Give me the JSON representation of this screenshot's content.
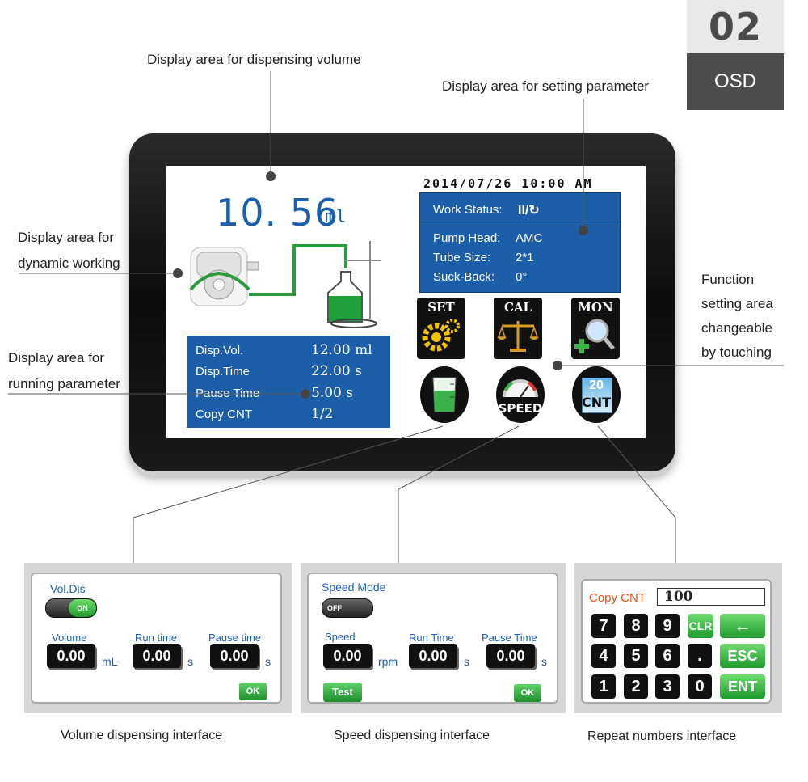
{
  "badge": {
    "number": "02",
    "label": "OSD"
  },
  "annotations": {
    "disp_volume": "Display area for dispensing volume",
    "set_param": "Display area for setting parameter",
    "dynamic_1": "Display area for",
    "dynamic_2": "dynamic working",
    "running_1": "Display area for",
    "running_2": "running parameter",
    "function_1": "Function",
    "function_2": "setting area",
    "function_3": "changeable",
    "function_4": "by touching"
  },
  "screen": {
    "volume": "10. 56",
    "volume_unit": "ml",
    "datetime": "2014/07/26 10:00 AM",
    "status": {
      "work_status_label": "Work Status:",
      "work_status_value": "II/↻",
      "pump_head_label": "Pump Head:",
      "pump_head_value": "AMC",
      "tube_size_label": "Tube Size:",
      "tube_size_value": "2*1",
      "suck_back_label": "Suck-Back:",
      "suck_back_value": "0°"
    },
    "running": {
      "disp_vol_label": "Disp.Vol.",
      "disp_vol_value": "12.00 ml",
      "disp_time_label": "Disp.Time",
      "disp_time_value": "22.00 s",
      "pause_time_label": "Pause Time",
      "pause_time_value": "5.00  s",
      "copy_cnt_label": "Copy CNT",
      "copy_cnt_value": "1/2"
    },
    "buttons": {
      "set": "SET",
      "cal": "CAL",
      "mon": "MON",
      "speed": "SPEED",
      "cnt_num": "20",
      "cnt": "CNT"
    }
  },
  "volume_panel": {
    "title": "Vol.Dis",
    "toggle": "ON",
    "volume_label": "Volume",
    "volume_value": "0.00",
    "volume_unit": "mL",
    "run_label": "Run time",
    "run_value": "0.00",
    "run_unit": "s",
    "pause_label": "Pause time",
    "pause_value": "0.00",
    "pause_unit": "s",
    "ok": "OK",
    "caption": "Volume dispensing interface"
  },
  "speed_panel": {
    "title": "Speed Mode",
    "toggle": "OFF",
    "speed_label": "Speed",
    "speed_value": "0.00",
    "speed_unit": "rpm",
    "run_label": "Run Time",
    "run_value": "0.00",
    "run_unit": "s",
    "pause_label": "Pause Time",
    "pause_value": "0.00",
    "pause_unit": "s",
    "test": "Test",
    "ok": "OK",
    "caption": "Speed dispensing interface"
  },
  "repeat_panel": {
    "label": "Copy CNT",
    "value": "100",
    "keys": [
      "7",
      "8",
      "9",
      "4",
      "5",
      "6",
      "1",
      "2",
      "3",
      "0"
    ],
    "clr": "CLR",
    "dot": ".",
    "esc": "ESC",
    "ent": "ENT",
    "caption": "Repeat numbers interface"
  }
}
